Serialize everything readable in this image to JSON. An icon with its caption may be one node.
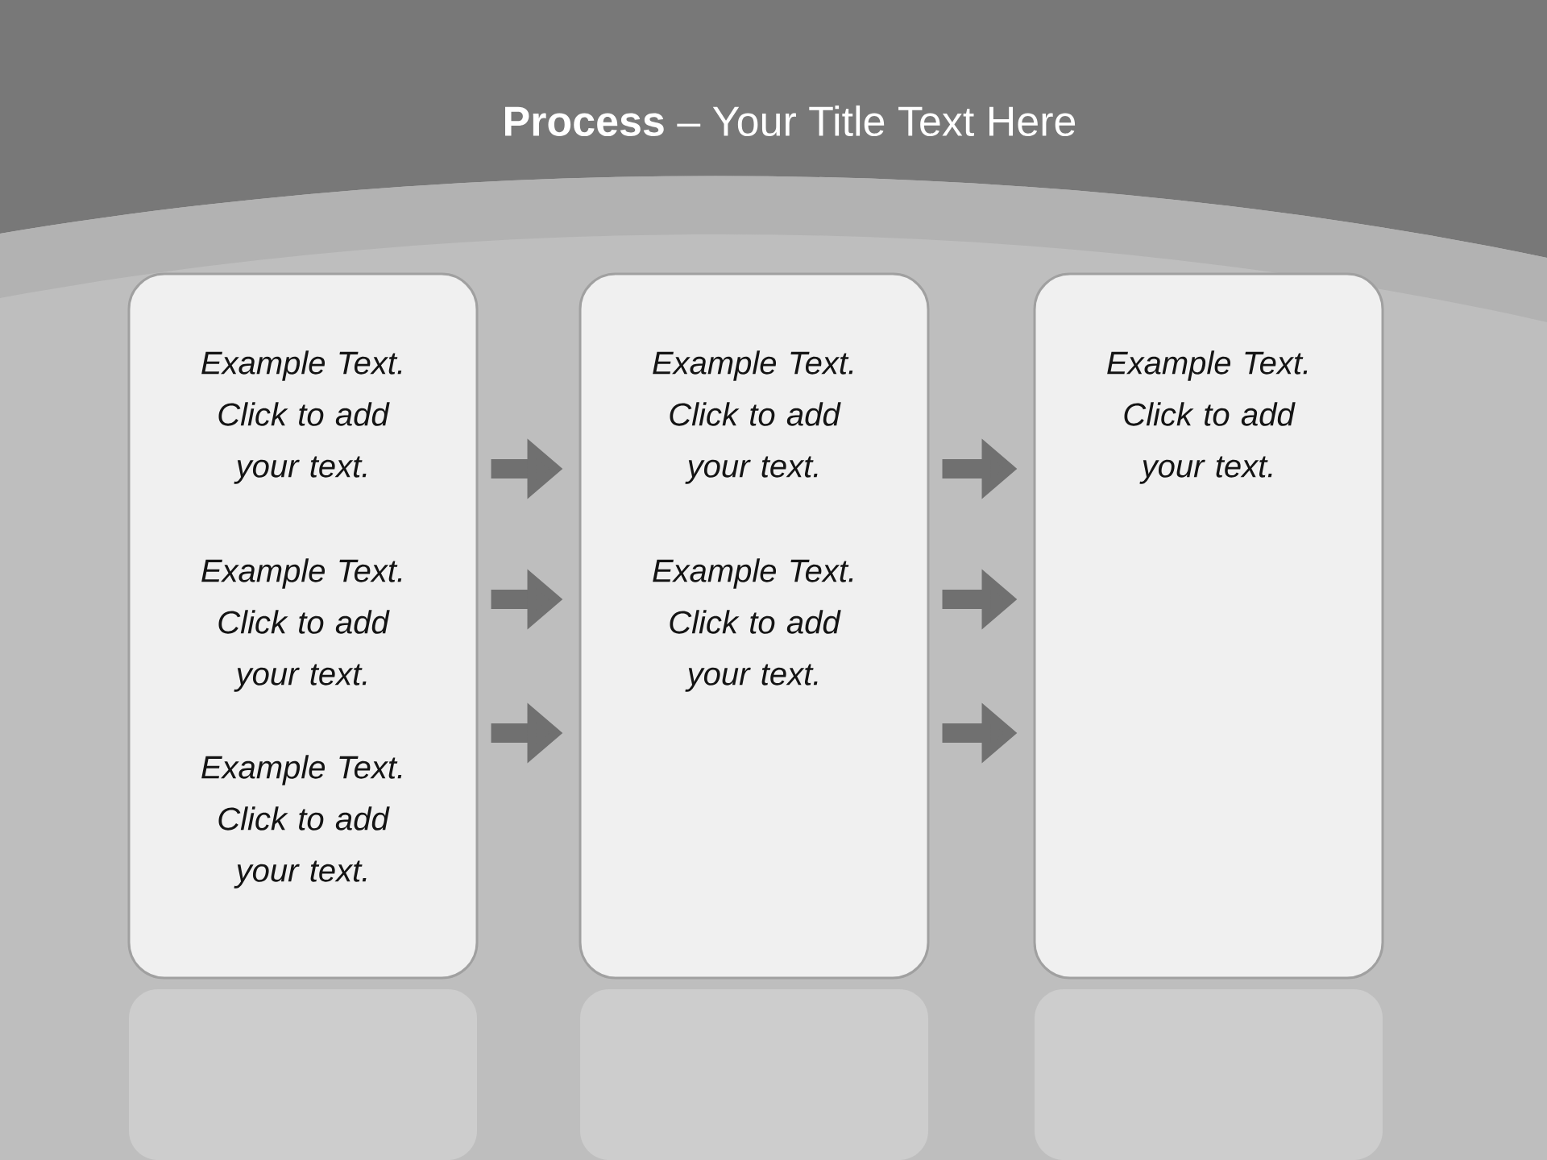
{
  "diagram": {
    "title": "**Process**  – Your Title Text Here",
    "nodes": [
      {
        "text": [
          "Example Text. Click to add your text.",
          "Example Text. Click to add your text.",
          "Example Text. Click to add your text."
        ]
      },
      {
        "text": [
          "Example Text. Click to add your text.",
          "Example Text. Click to add your text."
        ]
      },
      {
        "text": [
          "Example Text. Click to add your text."
        ]
      }
    ],
    "edges": [
      {
        "from": 0,
        "to": 1,
        "arrow": "to"
      },
      {
        "from": 0,
        "to": 1,
        "arrow": "to"
      },
      {
        "from": 0,
        "to": 1,
        "arrow": "to"
      },
      {
        "from": 1,
        "to": 2,
        "arrow": "to"
      },
      {
        "from": 1,
        "to": 2,
        "arrow": "to"
      },
      {
        "from": 1,
        "to": 2,
        "arrow": "to"
      }
    ]
  }
}
